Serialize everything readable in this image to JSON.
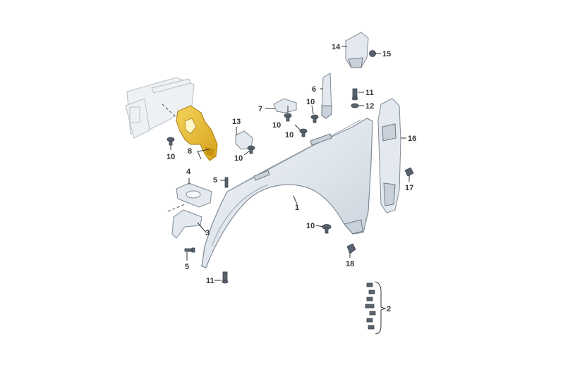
{
  "diagram": {
    "highlight_color": "#e8b830",
    "callouts": [
      "1",
      "2",
      "3",
      "4",
      "5",
      "5",
      "6",
      "7",
      "8",
      "10",
      "10",
      "10",
      "10",
      "10",
      "10",
      "11",
      "11",
      "12",
      "13",
      "14",
      "15",
      "16",
      "17",
      "18"
    ]
  }
}
